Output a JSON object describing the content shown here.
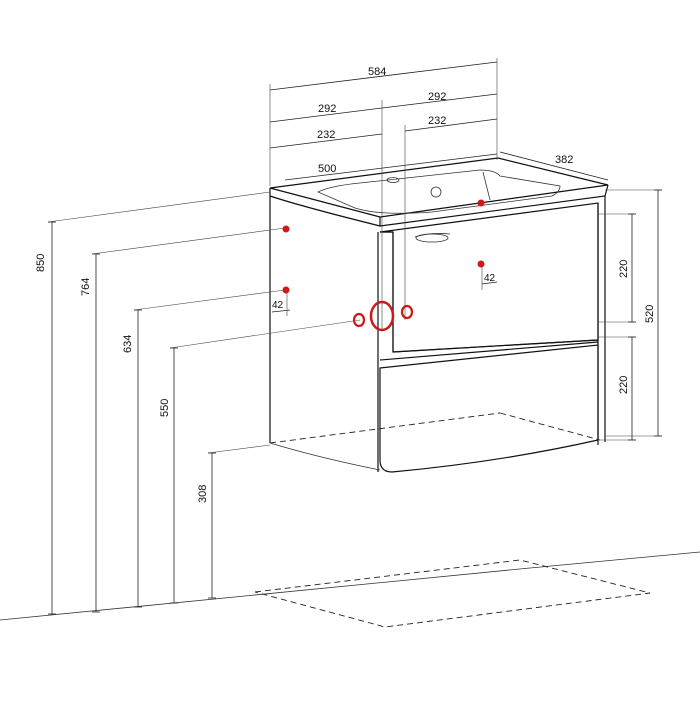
{
  "drawing": {
    "dimensions": {
      "width_total": "584",
      "half_left": "292",
      "half_right": "292",
      "offset_left": "232",
      "offset_right": "232",
      "basin_width": "500",
      "depth": "382",
      "height_850": "850",
      "height_764": "764",
      "height_634": "634",
      "height_550": "550",
      "height_308": "308",
      "drawer_top": "220",
      "drawer_bottom": "220",
      "front_height": "520",
      "pipe_offset_left": "42",
      "pipe_offset_right": "42"
    },
    "colors": {
      "line": "#111111",
      "marker": "#cc1a1a",
      "background": "#ffffff"
    }
  }
}
